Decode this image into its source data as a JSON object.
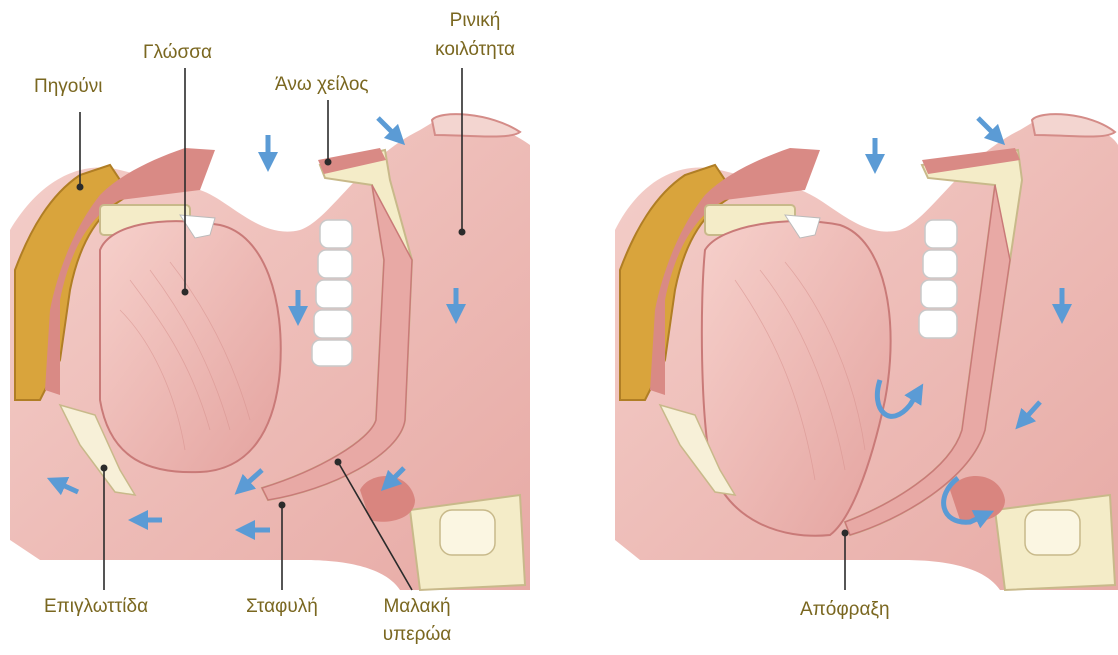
{
  "labels": {
    "chin": "Πηγούνι",
    "tongue": "Γλώσσα",
    "upper_lip": "Άνω χείλος",
    "nasal_line1": "Ρινική",
    "nasal_line2": "κοιλότητα",
    "epiglottis": "Επιγλωττίδα",
    "uvula": "Σταφυλή",
    "soft_palate_line1": "Μαλακή",
    "soft_palate_line2": "υπερώα",
    "obstruction": "Απόφραξη"
  },
  "colors": {
    "label_text": "#7a6720",
    "tissue_light": "#f2c3bd",
    "tissue": "#e6a49f",
    "tissue_dark": "#c97a78",
    "bone": "#f4ecc8",
    "fat": "#d9a43c",
    "airflow_arrow": "#5b9bd5"
  }
}
